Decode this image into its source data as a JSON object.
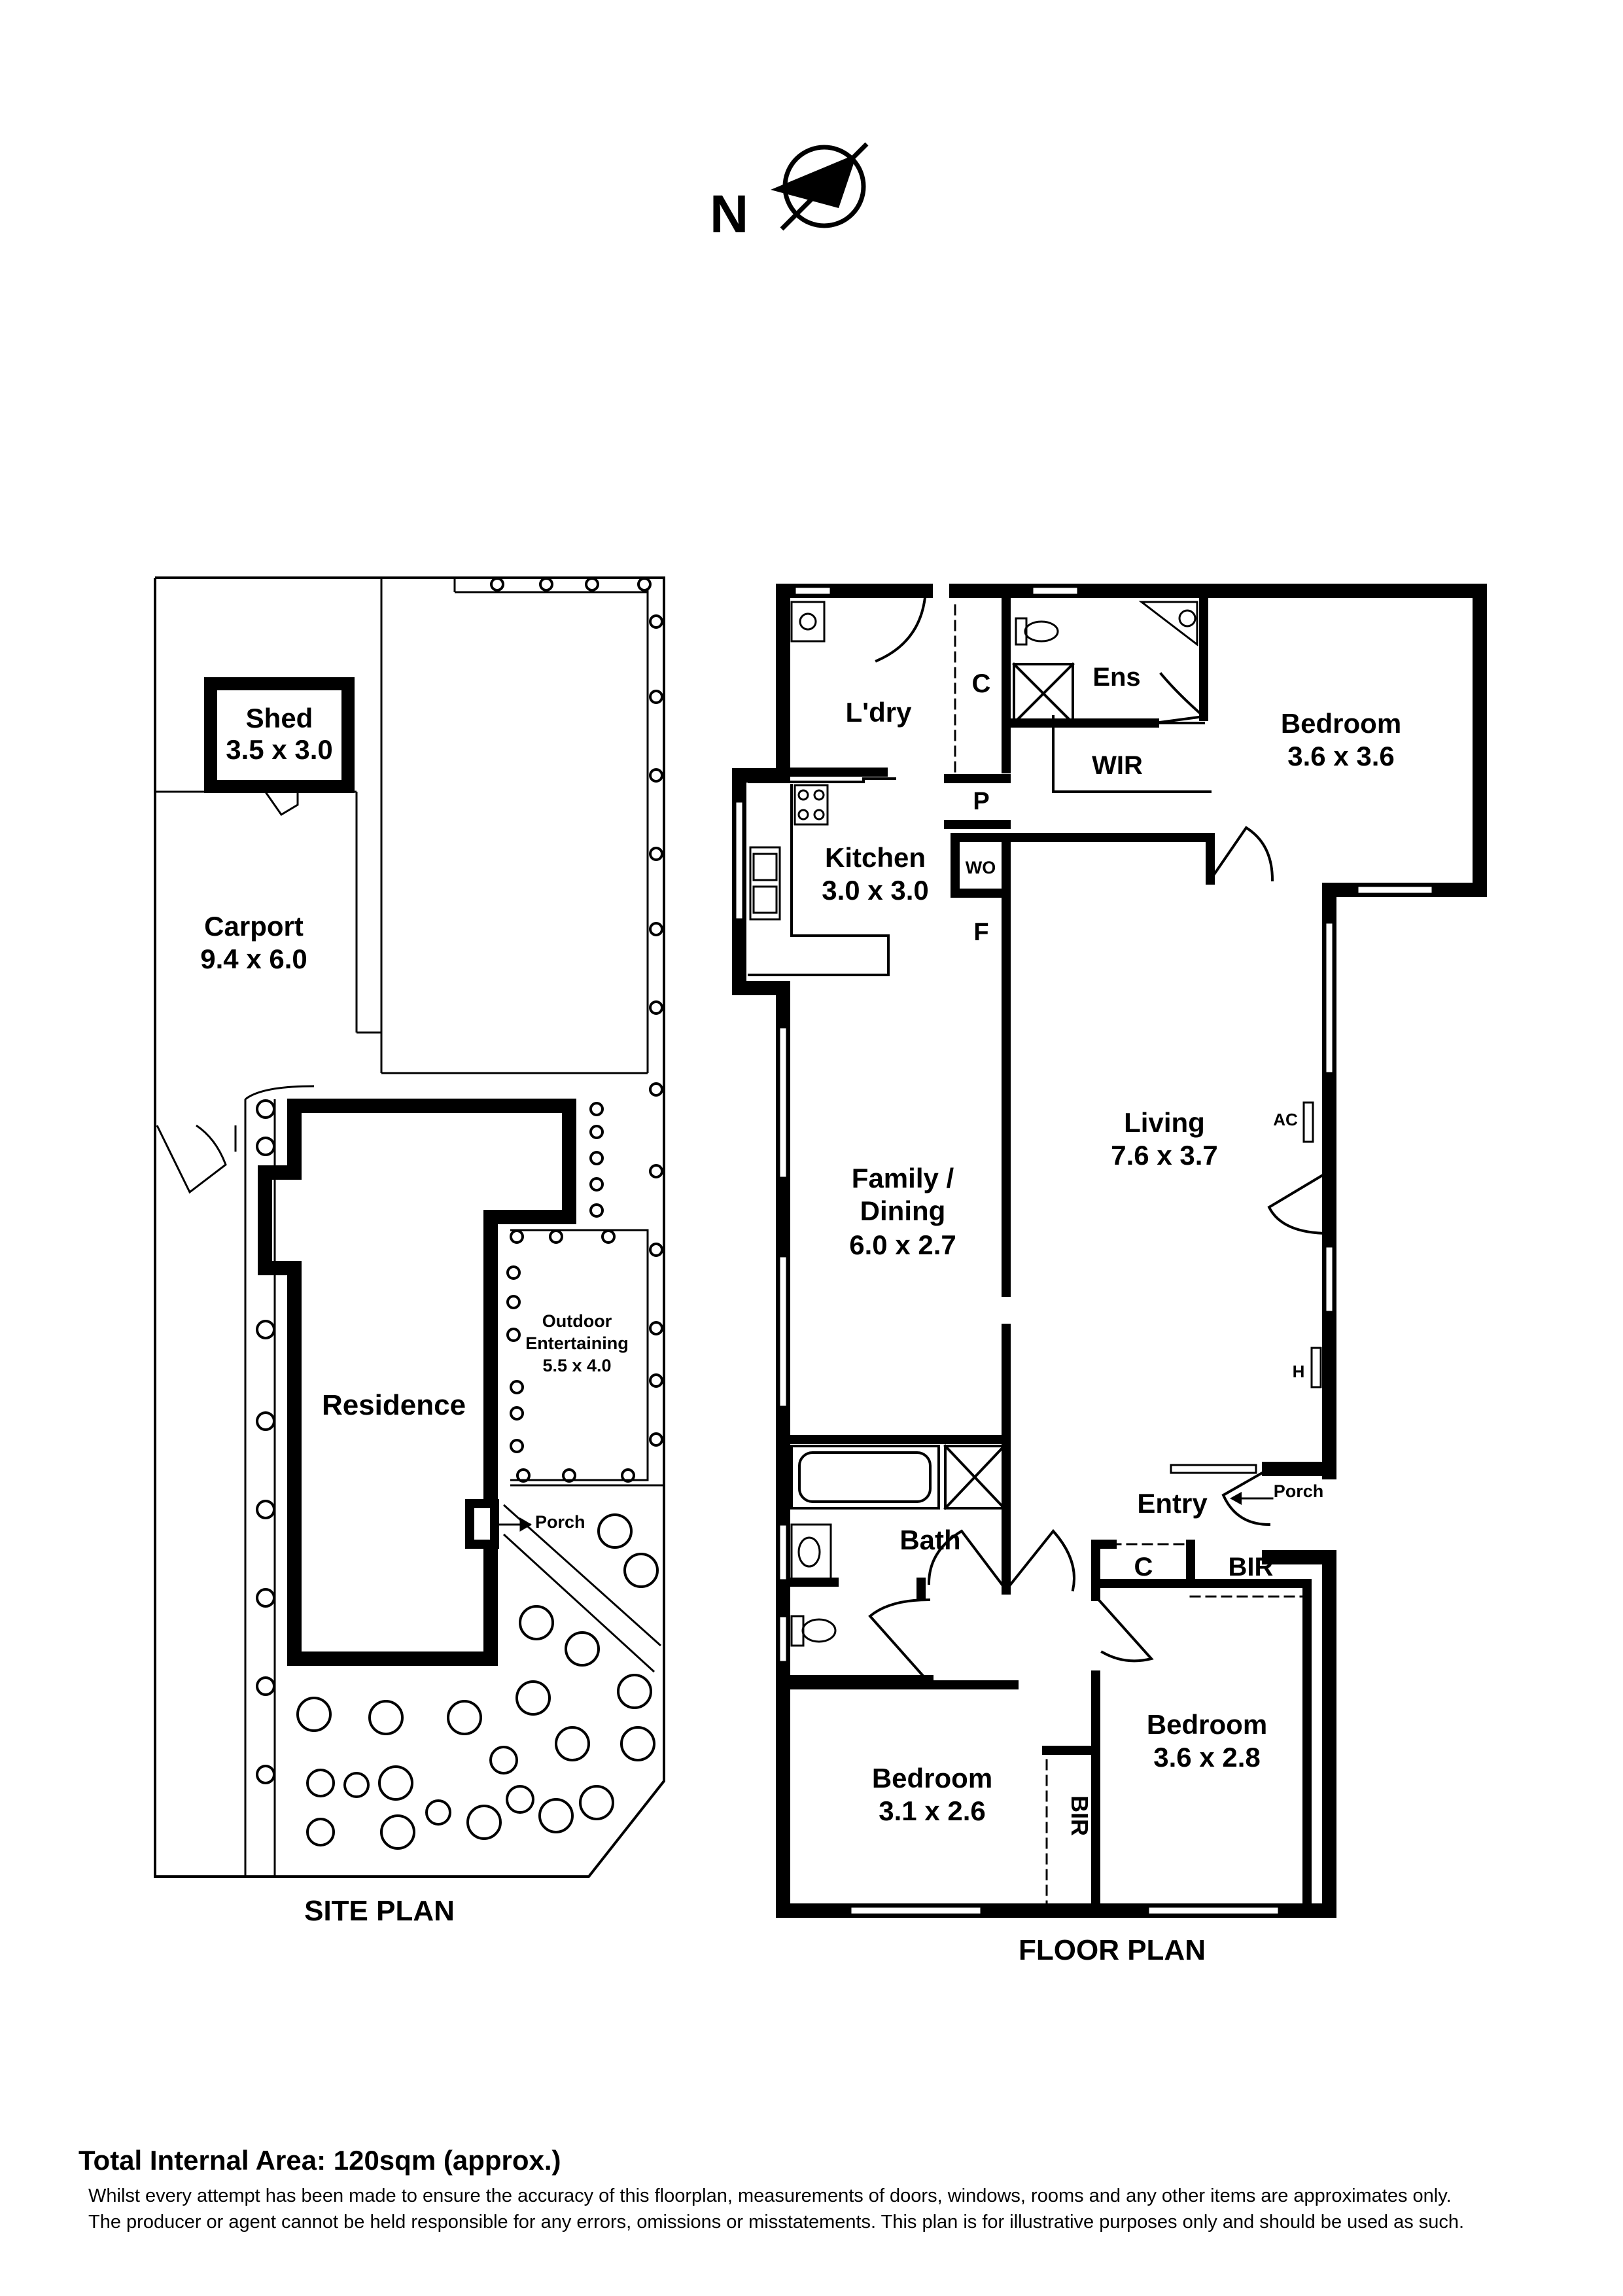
{
  "compass": {
    "label": "N"
  },
  "site_plan": {
    "title": "SITE PLAN",
    "shed": {
      "name": "Shed",
      "dims": "3.5 x 3.0"
    },
    "carport": {
      "name": "Carport",
      "dims": "9.4 x 6.0"
    },
    "residence": {
      "name": "Residence"
    },
    "outdoor": {
      "line1": "Outdoor",
      "line2": "Entertaining",
      "dims": "5.5 x 4.0"
    },
    "porch": "Porch"
  },
  "floor_plan": {
    "title": "FLOOR PLAN",
    "laundry": "L'dry",
    "cupboard": "C",
    "ensuite": "Ens",
    "wir": "WIR",
    "bedroom_main": {
      "name": "Bedroom",
      "dims": "3.6 x 3.6"
    },
    "pantry": "P",
    "wall_oven": "WO",
    "fridge": "F",
    "kitchen": {
      "name": "Kitchen",
      "dims": "3.0 x 3.0"
    },
    "living": {
      "name": "Living",
      "dims": "7.6 x 3.7"
    },
    "air_con": "AC",
    "heater": "H",
    "family_dining": {
      "line1": "Family /",
      "line2": "Dining",
      "dims": "6.0 x 2.7"
    },
    "entry": "Entry",
    "porch": "Porch",
    "bath": "Bath",
    "linen_cupboard": "C",
    "bir_hall": "BIR",
    "bedroom_2": {
      "name": "Bedroom",
      "dims": "3.6 x 2.8"
    },
    "bedroom_3": {
      "name": "Bedroom",
      "dims": "3.1 x 2.6"
    },
    "bir_bed3": "BIR"
  },
  "footer": {
    "total_area": "Total Internal Area: 120sqm (approx.)",
    "disclaimer_1": "Whilst every attempt has been made to ensure the accuracy of this floorplan, measurements of doors, windows, rooms and any other items are approximates only.",
    "disclaimer_2": "The producer or agent cannot be held responsible for any errors, omissions or misstatements. This plan is for illustrative purposes only and should be used as such."
  }
}
